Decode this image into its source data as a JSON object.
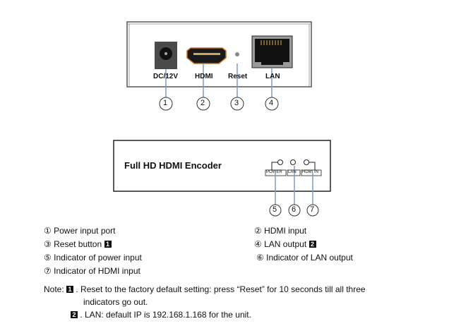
{
  "panel_top": {
    "port_labels": [
      "DC/12V",
      "HDMI",
      "Reset",
      "LAN"
    ],
    "callouts": [
      "1",
      "2",
      "3",
      "4"
    ]
  },
  "panel_front": {
    "title": "Full HD HDMI Encoder",
    "indicators": [
      "POWER",
      "LAN",
      "HDMI IN"
    ],
    "callouts": [
      "5",
      "6",
      "7"
    ]
  },
  "legend": {
    "items": [
      {
        "num": "①",
        "text": "Power input port"
      },
      {
        "num": "②",
        "text": "HDMI input"
      },
      {
        "num": "③",
        "text": "Reset button"
      },
      {
        "num": "④",
        "text": "LAN output"
      },
      {
        "num": "⑤",
        "text": "Indicator of power input"
      },
      {
        "num": "⑥",
        "text": "Indicator of LAN output"
      },
      {
        "num": "⑦",
        "text": "Indicator of HDMI input"
      }
    ],
    "note_marks": [
      "1",
      "2"
    ]
  },
  "notes": {
    "prefix": "Note:",
    "note1_line1": ". Reset to the factory default setting: press “Reset” for 10 seconds till all three",
    "note1_line2": "indicators go out.",
    "note2": ". LAN: default IP is 192.168.1.168 for the unit."
  }
}
